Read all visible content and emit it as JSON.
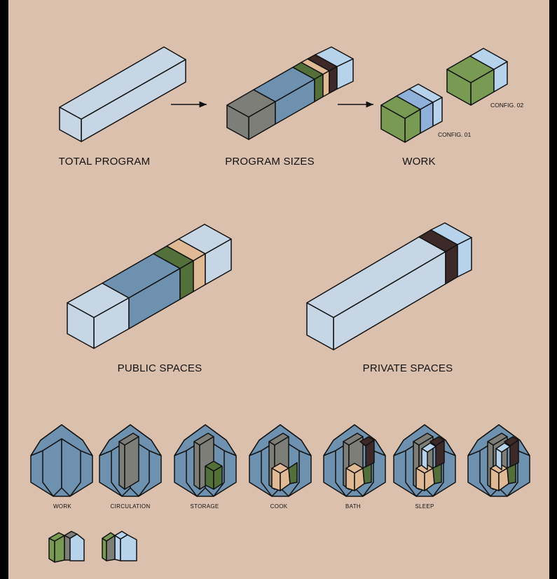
{
  "colors": {
    "background": "#dcc0ae",
    "total": "#c7d6e4",
    "light_blue": "#b7d3ec",
    "mid_blue": "#8fb0d8",
    "public_blue": "#6d91ae",
    "grey": "#7e7e78",
    "green": "#53703a",
    "bright_green": "#789a52",
    "tan": "#e0b995",
    "dark": "#3e2929"
  },
  "top_row": {
    "total_program": "TOTAL PROGRAM",
    "program_sizes": "PROGRAM SIZES",
    "work": "WORK",
    "config_01": "CONFIG. 01",
    "config_02": "CONFIG. 02"
  },
  "middle_row": {
    "public_spaces": "PUBLIC SPACES",
    "private_spaces": "PRIVATE SPACES"
  },
  "bottom_row": {
    "labels": [
      "WORK",
      "CIRCULATION",
      "STORAGE",
      "COOK",
      "BATH",
      "SLEEP"
    ]
  }
}
